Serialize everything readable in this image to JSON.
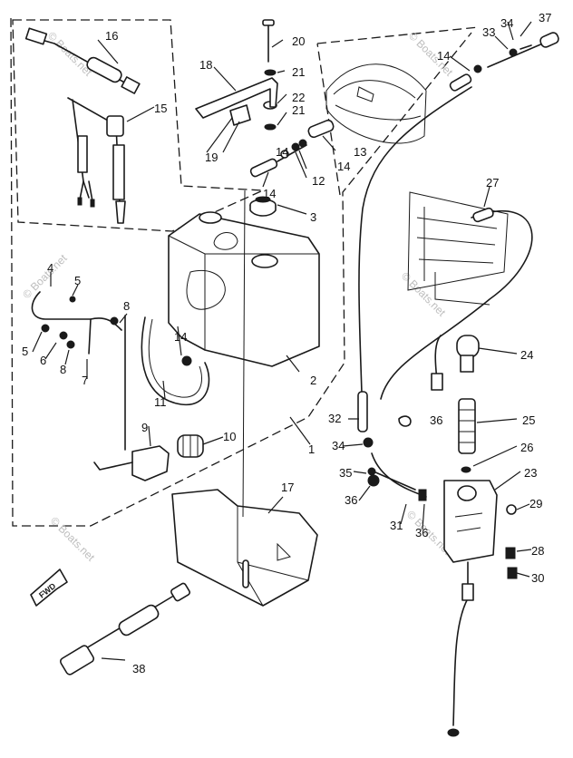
{
  "callouts": {
    "c1": "1",
    "c2": "2",
    "c3": "3",
    "c4": "4",
    "c5a": "5",
    "c5b": "5",
    "c6": "6",
    "c7": "7",
    "c8a": "8",
    "c8b": "8",
    "c9": "9",
    "c10": "10",
    "c11": "11",
    "c12": "12",
    "c13": "13",
    "c14a": "14",
    "c14b": "14",
    "c14c": "14",
    "c14d": "14",
    "c14e": "14",
    "c15": "15",
    "c16": "16",
    "c17": "17",
    "c18": "18",
    "c19": "19",
    "c20": "20",
    "c21a": "21",
    "c21b": "21",
    "c22": "22",
    "c23": "23",
    "c24": "24",
    "c25": "25",
    "c26": "26",
    "c27": "27",
    "c28": "28",
    "c29": "29",
    "c30": "30",
    "c31": "31",
    "c32": "32",
    "c33": "33",
    "c34a": "34",
    "c34b": "34",
    "c35": "35",
    "c36a": "36",
    "c36b": "36",
    "c36c": "36",
    "c37": "37",
    "c38": "38"
  },
  "arrow_label": "FWD",
  "watermark": "© Boats.net"
}
